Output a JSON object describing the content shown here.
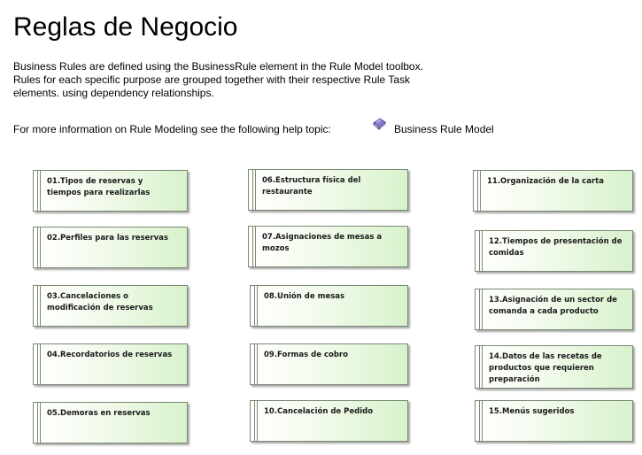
{
  "title": "Reglas de Negocio",
  "description": [
    "Business Rules are defined using the BusinessRule element in the Rule Model toolbox.",
    "Rules for each specific purpose are grouped together with their respective Rule Task",
    "elements. using dependency relationships."
  ],
  "more_info": "For more information on Rule Modeling see the following help topic:",
  "help_link": "Business Rule Model",
  "help_icon": "help-book-icon",
  "rules": [
    "01.Tipos de reservas y tiempos para realizarlas",
    "02.Perfiles para las reservas",
    "03.Cancelaciones o modificación de reservas",
    "04.Recordatorios de reservas",
    "05.Demoras en reservas",
    "06.Estructura física del restaurante",
    "07.Asignaciones de mesas a mozos",
    "08.Unión de mesas",
    "09.Formas de cobro",
    "10.Cancelación de Pedido",
    "11.Organización de la carta",
    "12.Tiempos de presentación de comidas",
    "13.Asignación de un sector de comanda a cada producto",
    "14.Datos de las recetas de productos que requieren preparación",
    "15.Menús sugeridos"
  ]
}
